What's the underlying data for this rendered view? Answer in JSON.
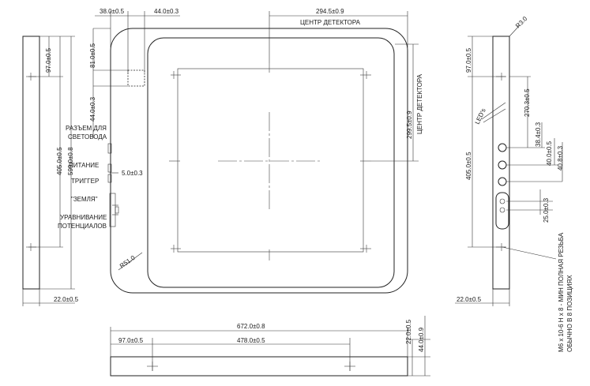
{
  "front_view": {
    "dim_38": "38.0±0.5",
    "dim_44_top": "44.0±0.3",
    "dim_294": "294.5±0.9",
    "detector_center_top": "ЦЕНТР ДЕТЕКТОРА",
    "dim_81": "81.0±0.5",
    "dim_44_left": "44.0±0.3",
    "dim_299": "299.5±0.9",
    "detector_center_right": "ЦЕНТР ДЕТЕКТОРА",
    "dim_5": "5.0±0.3",
    "dim_r51": "R51.0",
    "labels": {
      "light_guide_1": "РАЗЪЕМ ДЛЯ",
      "light_guide_2": "СВЕТОВОДА",
      "power": "ПИТАНИЕ",
      "trigger": "ТРИГГЕР",
      "ground": "\"ЗЕМЛЯ\"",
      "equalization_1": "УРАВНИВАНИЕ",
      "equalization_2": "ПОТЕНЦИАЛОВ"
    }
  },
  "left_view": {
    "dim_97": "97.0±0.5",
    "dim_405": "405.0±0.5",
    "dim_599": "599.0±0.8",
    "dim_22": "22.0±0.5"
  },
  "right_view": {
    "dim_r3": "R3.0",
    "dim_97": "97.0±0.5",
    "dim_270": "270.3±0.5",
    "leds": "LED's",
    "dim_38_4": "38.4±0.3",
    "dim_40": "40.0±0.5",
    "dim_40_8": "40.8±0.3",
    "dim_25": "25.0±0.3",
    "dim_405": "405.0±0.5",
    "dim_22": "22.0±0.5"
  },
  "bottom_view": {
    "dim_672": "672.0±0.8",
    "dim_97": "97.0±0.5",
    "dim_478": "478.0±0.5",
    "dim_22": "22.0±0.5",
    "dim_44": "44.0±0.9"
  },
  "thread_note": {
    "line1": "М6 x 10-6 Н x 8 - МИН ПОЛНАЯ РЕЗЬБА",
    "line2": "ОБЫЧНО В 8 ПОЗИЦИЯХ"
  }
}
